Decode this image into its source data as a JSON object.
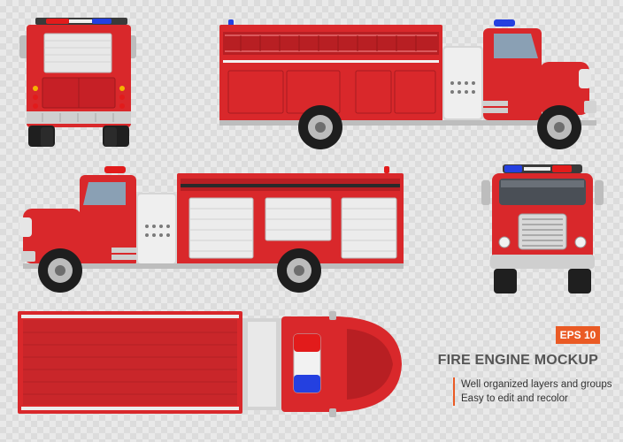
{
  "mockup": {
    "badge": "EPS 10",
    "title": "FIRE ENGINE MOCKUP",
    "features": [
      "Well organized layers and groups",
      "Easy to edit and recolor"
    ]
  },
  "views": [
    "rear",
    "side-right",
    "side-left",
    "front",
    "top"
  ],
  "colors": {
    "body_red": "#d9282b",
    "dark_red": "#a3161a",
    "chrome": "#c9c9c9",
    "light_blue": "#2440e0",
    "light_red": "#e21b1b",
    "badge_orange": "#ea5a24",
    "checker_light": "#e9e9e9",
    "checker_dark": "#dcdcdc"
  }
}
